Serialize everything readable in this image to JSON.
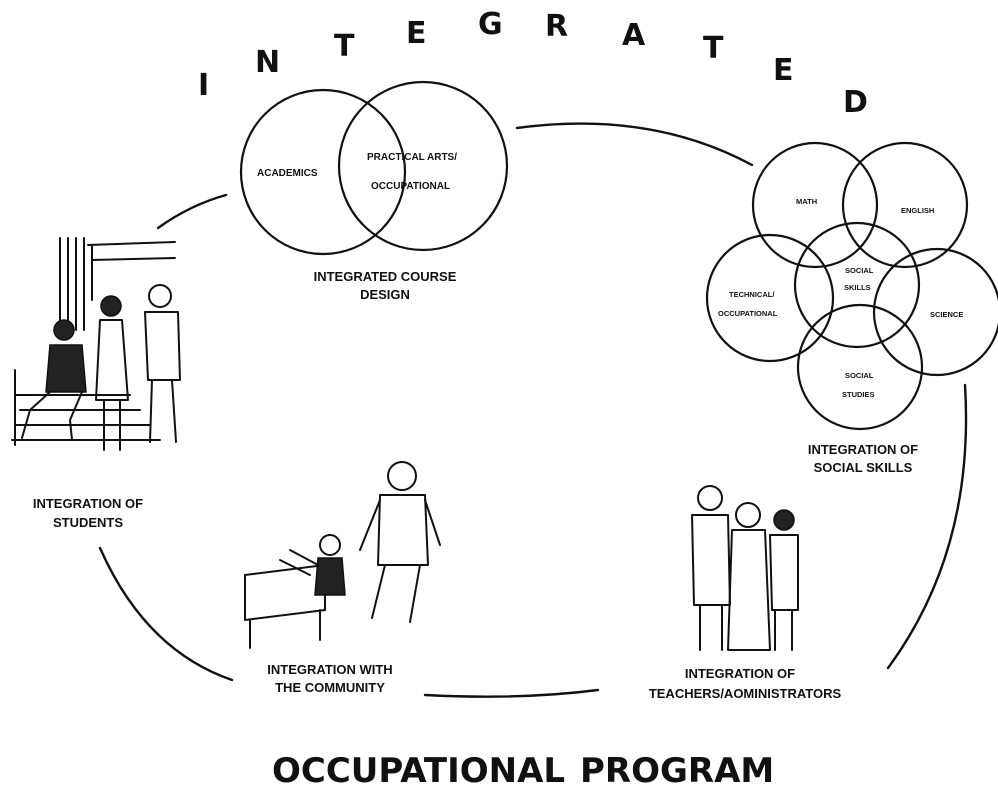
{
  "header": {
    "letters": [
      "I",
      "N",
      "T",
      "E",
      "G",
      "R",
      "A",
      "T",
      "E",
      "D"
    ]
  },
  "course_design": {
    "left_circle": "ACADEMICS",
    "right_circle_line1": "PRACTICAL ARTS/",
    "right_circle_line2": "OCCUPATIONAL",
    "caption_line1": "INTEGRATED COURSE",
    "caption_line2": "DESIGN"
  },
  "social_skills": {
    "math": "MATH",
    "english": "ENGLISH",
    "technical_line1": "TECHNICAL/",
    "technical_line2": "OCCUPATIONAL",
    "social_skills_line1": "SOCIAL",
    "social_skills_line2": "SKILLS",
    "science": "SCIENCE",
    "social_studies_line1": "SOCIAL",
    "social_studies_line2": "STUDIES",
    "caption_line1": "INTEGRATION OF",
    "caption_line2": "SOCIAL SKILLS"
  },
  "students": {
    "caption_line1": "INTEGRATION OF",
    "caption_line2": "STUDENTS"
  },
  "community": {
    "caption_line1": "INTEGRATION WITH",
    "caption_line2": "THE COMMUNITY"
  },
  "teachers": {
    "caption_line1": "INTEGRATION OF",
    "caption_line2": "TEACHERS/AOMINISTRATORS"
  },
  "footer": {
    "word1": "OCCUPATIONAL",
    "word2": "PROGRAM"
  }
}
